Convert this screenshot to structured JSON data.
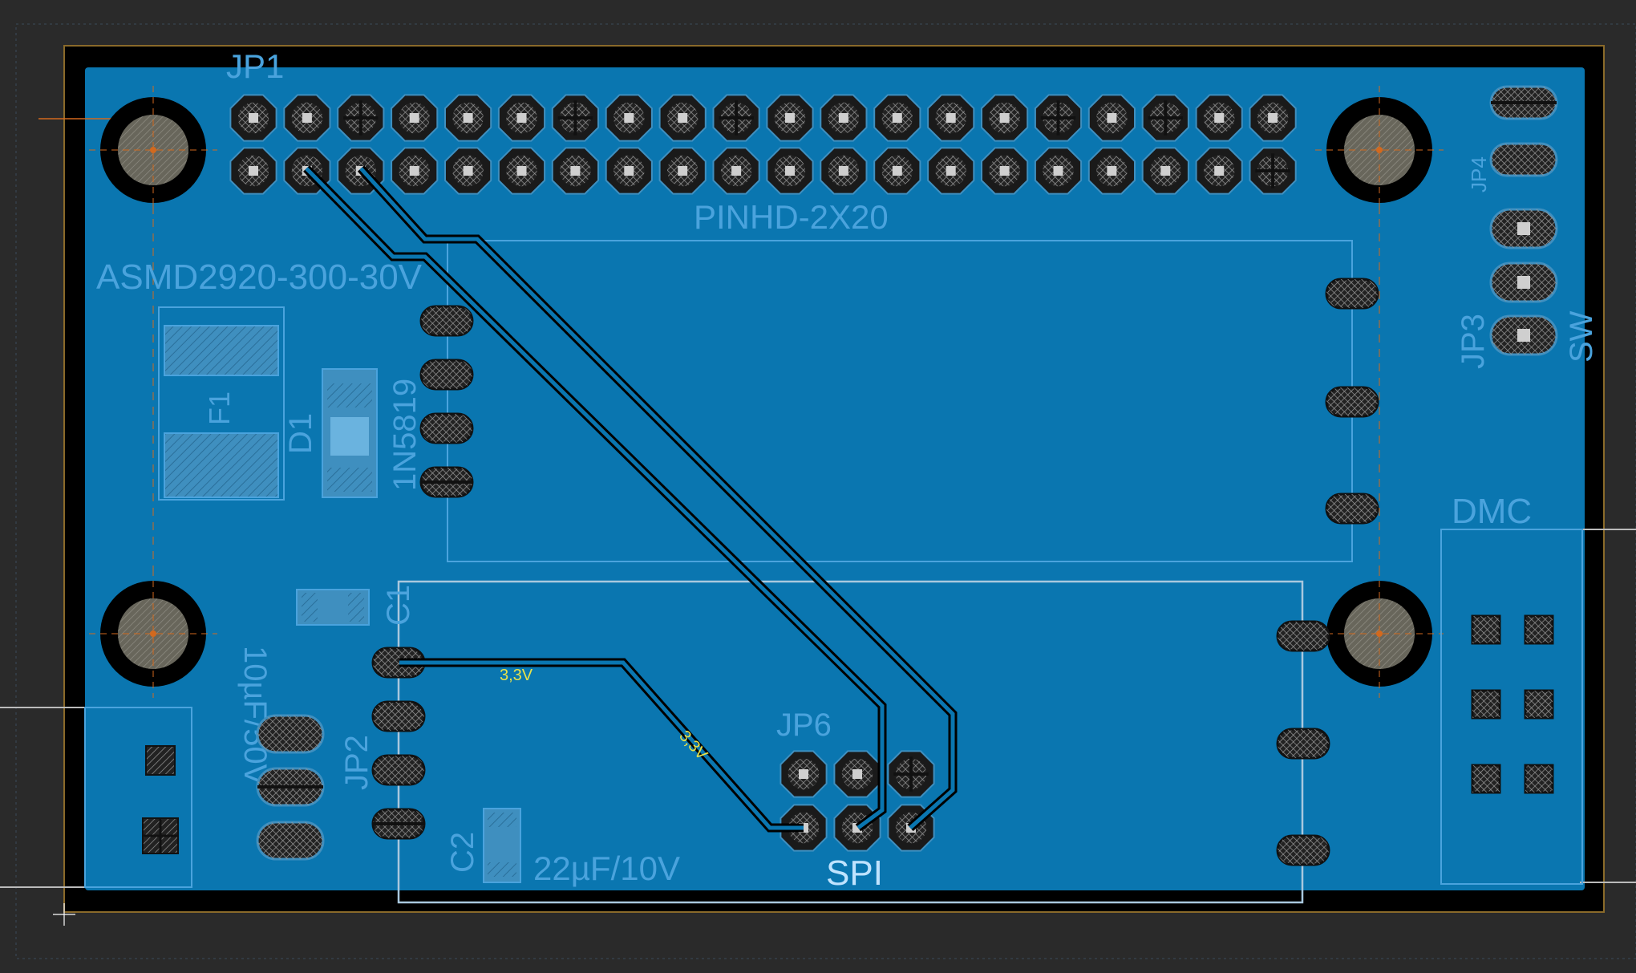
{
  "board": {
    "labels": {
      "jp1": "JP1",
      "pinhd": "PINHD-2X20",
      "fuse_value": "ASMD2920-300-30V",
      "f1": "F1",
      "d1": "D1",
      "d1_value": "1N5819",
      "c1_value": "10µF/50V",
      "c1": "C1",
      "jp2": "JP2",
      "c2": "C2",
      "c2_value": "22µF/10V",
      "jp6": "JP6",
      "spi": "SPI",
      "dmc": "DMC",
      "jp4": "JP4",
      "jp3": "JP3",
      "sw": "SW"
    },
    "nets": {
      "trace_a": "3,3V",
      "trace_b": "3,3V"
    },
    "colors": {
      "background": "#2a2a2a",
      "copper": "#0a76b0",
      "silkscreen": "#4aa3dd",
      "outline": "#000000",
      "pad": "#1a1a1a",
      "drill": "#cfcfcf",
      "net_label": "#e8e24a"
    }
  }
}
